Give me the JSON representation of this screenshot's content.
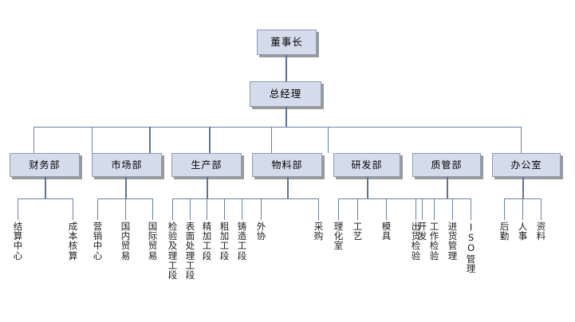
{
  "chart": {
    "title_node": {
      "label": "董事长"
    },
    "second_node": {
      "label": "总经理"
    },
    "departments": [
      {
        "label": "财务部",
        "children": [
          {
            "label": "结算中心"
          },
          {
            "label": "成本核算"
          }
        ]
      },
      {
        "label": "市场部",
        "children": [
          {
            "label": "营销中心"
          },
          {
            "label": "国内贸易"
          },
          {
            "label": "国际贸易"
          }
        ]
      },
      {
        "label": "生产部",
        "children": [
          {
            "label": "检验及理工段"
          },
          {
            "label": "表面处理工段"
          },
          {
            "label": "精加工段"
          },
          {
            "label": "粗加工段"
          },
          {
            "label": "铸造工段"
          }
        ]
      },
      {
        "label": "物料部",
        "children": [
          {
            "label": "外协"
          },
          {
            "label": "采购"
          }
        ]
      },
      {
        "label": "研发部",
        "children": [
          {
            "label": "理化室"
          },
          {
            "label": "工艺"
          },
          {
            "label": "模具"
          },
          {
            "label": "开发"
          }
        ]
      },
      {
        "label": "质管部",
        "children": [
          {
            "label": "出货检验"
          },
          {
            "label": "工作检验"
          },
          {
            "label": "进货管理"
          },
          {
            "label": "ISO管理"
          }
        ]
      },
      {
        "label": "办公室",
        "children": [
          {
            "label": "后勤"
          },
          {
            "label": "人事"
          },
          {
            "label": "资料"
          }
        ]
      }
    ],
    "colors": {
      "box_fill": "#d4dcec",
      "box_border": "#8c9bb5",
      "box_shadow": "#9a9a9a",
      "connector": "#5b7498",
      "text": "#000000",
      "background": "#ffffff"
    }
  }
}
